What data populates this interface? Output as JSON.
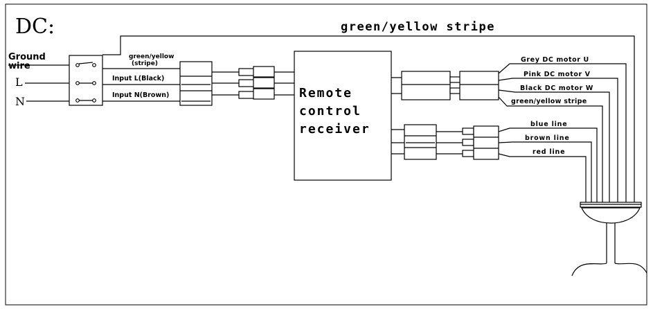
{
  "title": "DC:",
  "top_wire_label": "green/yellow stripe",
  "left_labels": {
    "ground": "Ground",
    "wire": "wire",
    "live": "L",
    "neutral": "N"
  },
  "input_labels": {
    "green_yellow_line1": "green/yellow",
    "green_yellow_line2": "(stripe)",
    "input_l": "Input  L(Black)",
    "input_n": "Input  N(Brown)"
  },
  "receiver": {
    "line1": "Remote",
    "line2": "control",
    "line3": "receiver"
  },
  "motor_labels": [
    "Grey DC motor U",
    "Pink DC motor V",
    "Black DC motor W",
    "green/yellow stripe"
  ],
  "signal_labels": [
    "blue line",
    "brown line",
    "red line"
  ]
}
